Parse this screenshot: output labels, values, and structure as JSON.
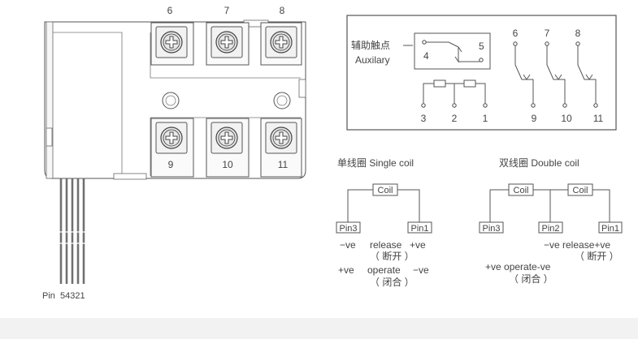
{
  "device": {
    "top_terminals": [
      "6",
      "7",
      "8"
    ],
    "bottom_terminals": [
      "9",
      "10",
      "11"
    ],
    "pin_label": "Pin",
    "pin_numbers": "54321"
  },
  "schematic": {
    "aux_cn": "辅助触点",
    "aux_en": "Auxilary",
    "aux_pins": [
      "4",
      "5"
    ],
    "coil_pins": [
      "3",
      "2",
      "1"
    ],
    "contact_top": [
      "6",
      "7",
      "8"
    ],
    "contact_bottom": [
      "9",
      "10",
      "11"
    ]
  },
  "single_coil": {
    "title": "单线圈 Single coil",
    "coil": "Coil",
    "pin_left": "Pin3",
    "pin_right": "Pin1",
    "row1_left": "−ve",
    "row1_mid": "release",
    "row1_right": "+ve",
    "row1_sub": "（ 断开 ）",
    "row2_left": "+ve",
    "row2_mid": "operate",
    "row2_right": "−ve",
    "row2_sub": "（ 闭合 ）"
  },
  "double_coil": {
    "title": "双线圈 Double coil",
    "coil_a": "Coil",
    "coil_b": "Coil",
    "pin_left": "Pin3",
    "pin_mid": "Pin2",
    "pin_right": "Pin1",
    "row1": "−ve release+ve",
    "row1_sub": "（ 断开 ）",
    "row2": "+ve operate-ve",
    "row2_sub": "（ 闭合 ）"
  }
}
